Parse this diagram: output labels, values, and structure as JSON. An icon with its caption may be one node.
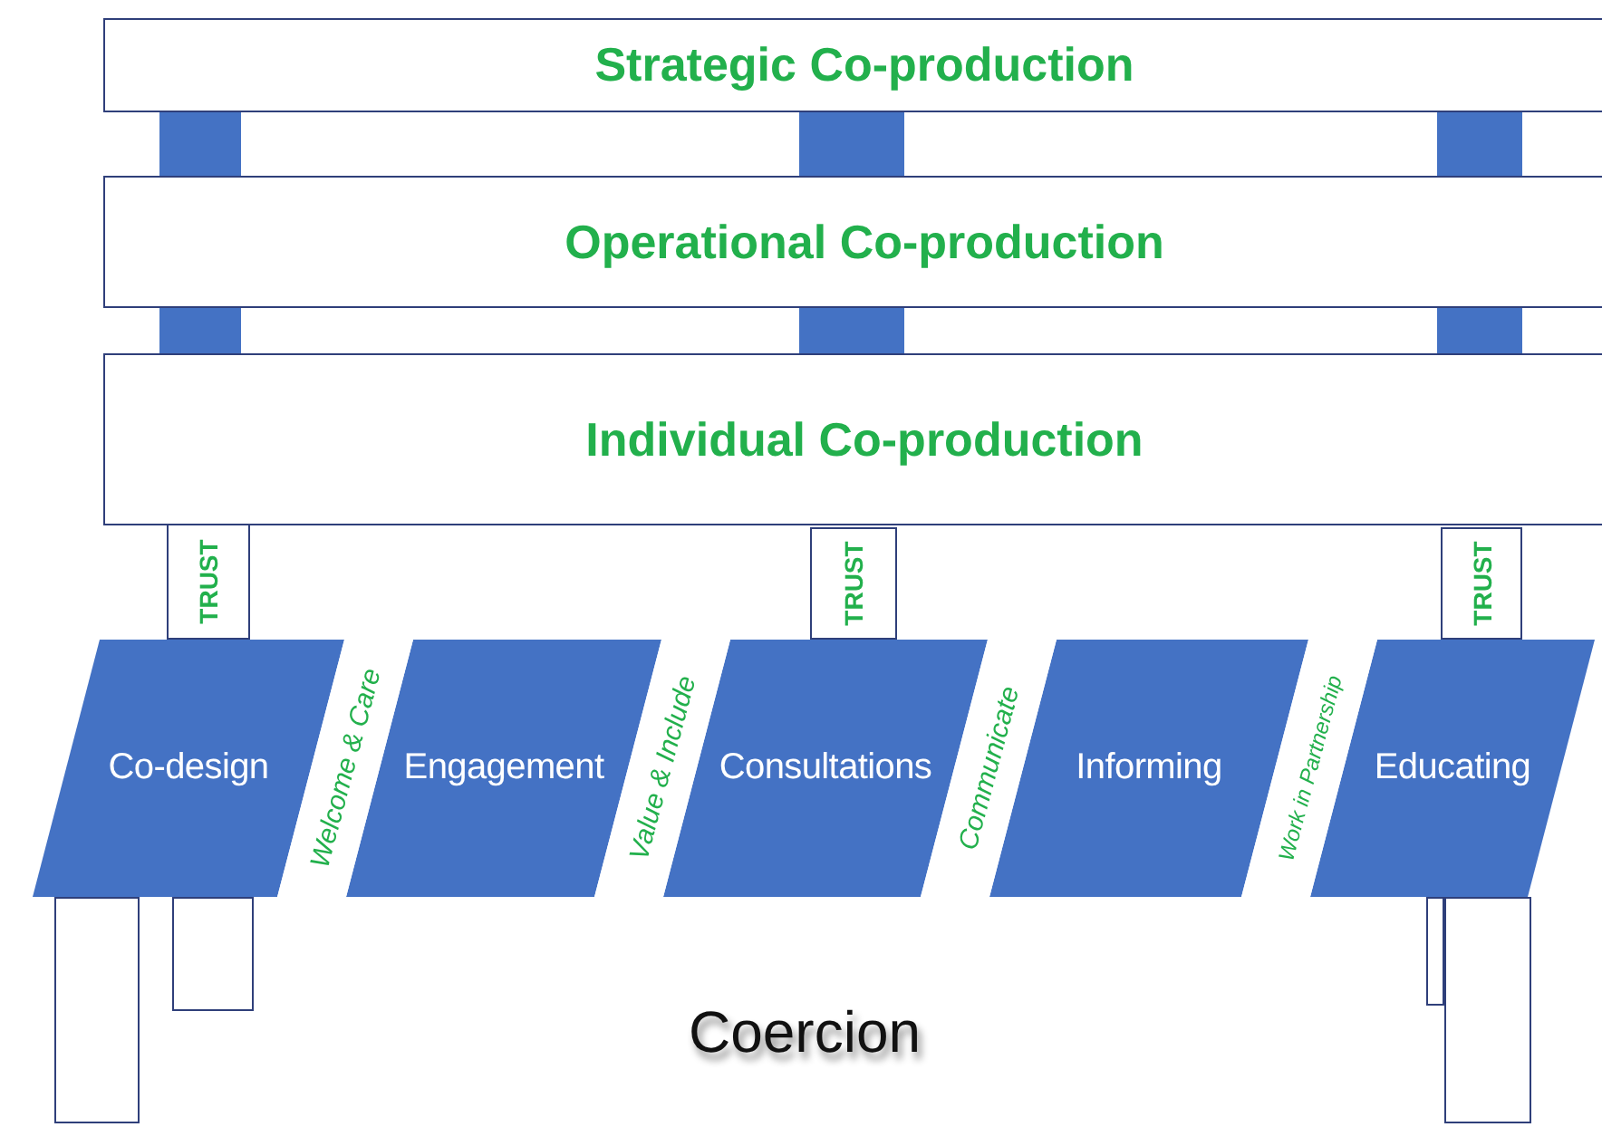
{
  "diagram": {
    "nodes": [
      {
        "text": [
          "Strategic Co-production"
        ]
      },
      {
        "text": [
          "Operational Co-production"
        ]
      },
      {
        "text": [
          "Individual Co-production"
        ]
      },
      {
        "text": [
          "TRUST"
        ]
      },
      {
        "text": [
          "TRUST"
        ]
      },
      {
        "text": [
          "TRUST"
        ]
      },
      {
        "text": [
          "Co-design"
        ]
      },
      {
        "text": [
          "Welcome & Care"
        ]
      },
      {
        "text": [
          "Engagement"
        ]
      },
      {
        "text": [
          "Value & Include"
        ]
      },
      {
        "text": [
          "Consultations"
        ]
      },
      {
        "text": [
          "Communicate"
        ]
      },
      {
        "text": [
          "Informing"
        ]
      },
      {
        "text": [
          "Work in Partnership"
        ]
      },
      {
        "text": [
          "Educating"
        ]
      },
      {
        "text": [],
        "shape": "box"
      },
      {
        "text": [],
        "shape": "box"
      },
      {
        "text": [],
        "shape": "box"
      },
      {
        "text": [],
        "shape": "box"
      }
    ],
    "labels": [
      "Coercion"
    ]
  }
}
